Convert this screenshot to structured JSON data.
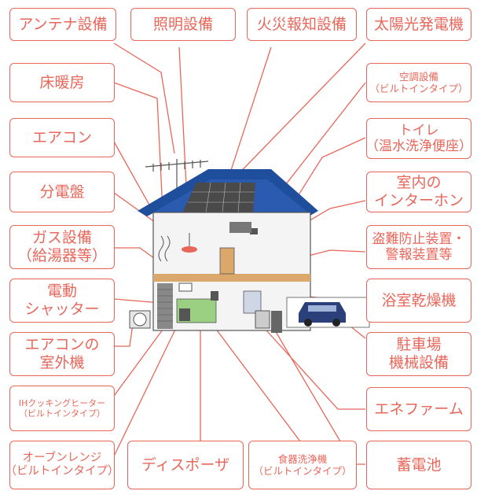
{
  "left_labels": [
    {
      "id": "antenna",
      "lines": [
        "アンテナ設備"
      ]
    },
    {
      "id": "floor-heating",
      "lines": [
        "床暖房"
      ]
    },
    {
      "id": "aircon",
      "lines": [
        "エアコン"
      ]
    },
    {
      "id": "distribution-board",
      "lines": [
        "分電盤"
      ]
    },
    {
      "id": "gas",
      "lines": [
        "ガス設備",
        "（給湯器等）"
      ]
    },
    {
      "id": "shutter",
      "lines": [
        "電動",
        "シャッター"
      ]
    },
    {
      "id": "aircon-outdoor",
      "lines": [
        "エアコンの",
        "室外機"
      ]
    },
    {
      "id": "ih-heater",
      "lines": [
        "IHクッキングヒーター",
        "（ビルトインタイプ）"
      ]
    },
    {
      "id": "oven",
      "lines": [
        "オーブンレンジ",
        "（ビルトインタイプ）"
      ]
    }
  ],
  "top_labels": [
    {
      "id": "lighting",
      "lines": [
        "照明設備"
      ]
    },
    {
      "id": "fire-alarm",
      "lines": [
        "火災報知設備"
      ]
    },
    {
      "id": "solar",
      "lines": [
        "太陽光発電機"
      ]
    }
  ],
  "right_labels": [
    {
      "id": "builtin-aircon",
      "lines": [
        "空調設備",
        "（ビルトインタイプ）"
      ]
    },
    {
      "id": "toilet",
      "lines": [
        "トイレ",
        "（温水洗浄便座）"
      ]
    },
    {
      "id": "intercom",
      "lines": [
        "室内の",
        "インターホン"
      ]
    },
    {
      "id": "security",
      "lines": [
        "盗難防止装置・",
        "警報装置等"
      ]
    },
    {
      "id": "bath-dryer",
      "lines": [
        "浴室乾燥機"
      ]
    },
    {
      "id": "parking",
      "lines": [
        "駐車場",
        "機械設備"
      ]
    },
    {
      "id": "enefarm",
      "lines": [
        "エネファーム"
      ]
    },
    {
      "id": "battery",
      "lines": [
        "蓄電池"
      ]
    }
  ],
  "bottom_labels": [
    {
      "id": "disposer",
      "lines": [
        "ディスポーザ"
      ]
    },
    {
      "id": "dishwasher",
      "lines": [
        "食器洗浄機",
        "（ビルトインタイプ）"
      ]
    }
  ],
  "colors": {
    "accent": "#e8675a",
    "roof": "#1f4e9c",
    "car": "#2b3f7a",
    "wall": "#f4f4f4",
    "floor": "#d9a86a"
  }
}
